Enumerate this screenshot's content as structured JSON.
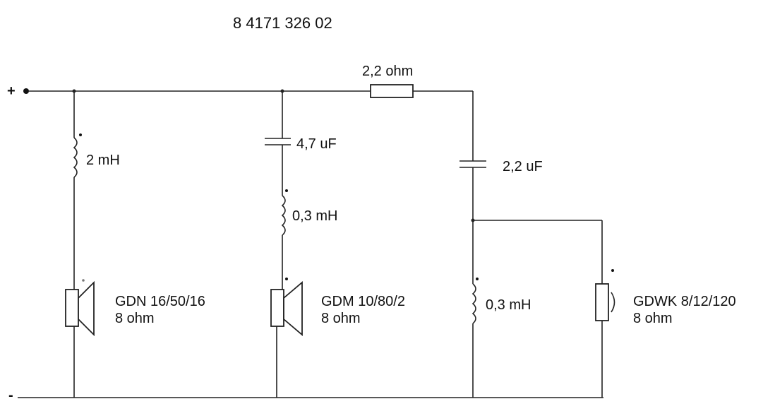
{
  "title": "8 4171 326 02",
  "terminals": {
    "positive": "+",
    "negative": "-"
  },
  "components": {
    "r1": "2,2 ohm",
    "l1": "2 mH",
    "c1": "4,7 uF",
    "l2": "0,3 mH",
    "c2": "2,2 uF",
    "l3": "0,3 mH"
  },
  "speakers": [
    {
      "model": "GDN 16/50/16",
      "impedance": "8 ohm"
    },
    {
      "model": "GDM 10/80/2",
      "impedance": "8 ohm"
    },
    {
      "model": "GDWK 8/12/120",
      "impedance": "8 ohm"
    }
  ]
}
